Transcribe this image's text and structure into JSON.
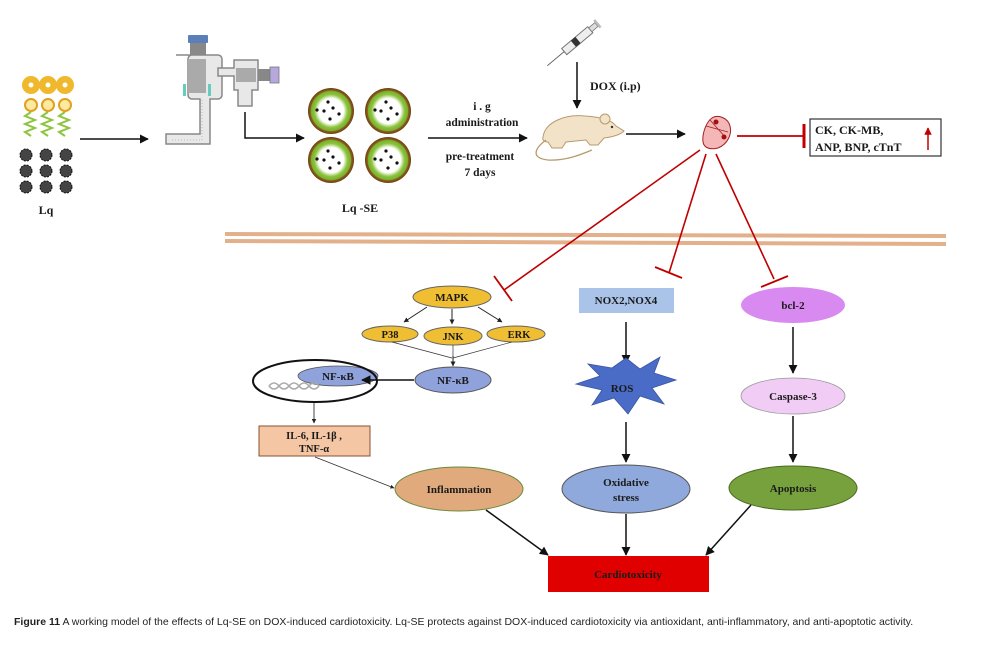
{
  "labels": {
    "lq": "Lq",
    "lq_se": "Lq -SE",
    "ig_line1": "i . g",
    "ig_line2": "administration",
    "pretreat_line1": "pre-treatment",
    "pretreat_line2": "7 days",
    "dox": "DOX (i.p)",
    "markers_line1": "CK, CK-MB,",
    "markers_line2": "ANP, BNP, cTnT",
    "mapk": "MAPK",
    "p38": "P38",
    "jnk": "JNK",
    "erk": "ERK",
    "nfkb_nucleus": "NF-κB",
    "nfkb": "NF-κB",
    "cytokines_line1": "IL-6, IL-1β ,",
    "cytokines_line2": "TNF-α",
    "inflammation": "Inflammation",
    "nox": "NOX2,NOX4",
    "ros": "ROS",
    "oxidative_line1": "Oxidative",
    "oxidative_line2": "stress",
    "bcl2": "bcl-2",
    "caspase3": "Caspase-3",
    "apoptosis": "Apoptosis",
    "cardiotoxicity": "Cardiotoxicity"
  },
  "icons": {
    "lq_plant": "plant-composite-icon",
    "extractor": "supercritical-extractor-icon",
    "microcapsule": "self-emulsifying-droplet-icon",
    "syringe": "syringe-icon",
    "mouse": "mouse-icon",
    "heart": "heart-icon",
    "increase_arrow": "up-arrow-icon",
    "dna": "dna-helix-icon"
  },
  "colors": {
    "inhibition": "#c00000",
    "membrane": "#e2b08a",
    "mapk_fill": "#f0be32",
    "nfkb_fill": "#8fa2dc",
    "cytokine_fill": "#f4c6a4",
    "inflammation_fill": "#e1aa7d",
    "nox_fill": "#a9c4e8",
    "ros_fill": "#4a6bc6",
    "oxidative_fill": "#8fa9dc",
    "bcl2_fill": "#d88af0",
    "caspase_fill": "#f1ccf5",
    "apoptosis_fill": "#77a13d",
    "cardiotox_fill": "#e00000"
  },
  "caption": {
    "label": "Figure 11",
    "text": " A working model of the effects of Lq-SE on DOX-induced cardiotoxicity. Lq-SE protects against DOX-induced cardiotoxicity via antioxidant, anti-inflammatory, and anti-apoptotic activity."
  }
}
